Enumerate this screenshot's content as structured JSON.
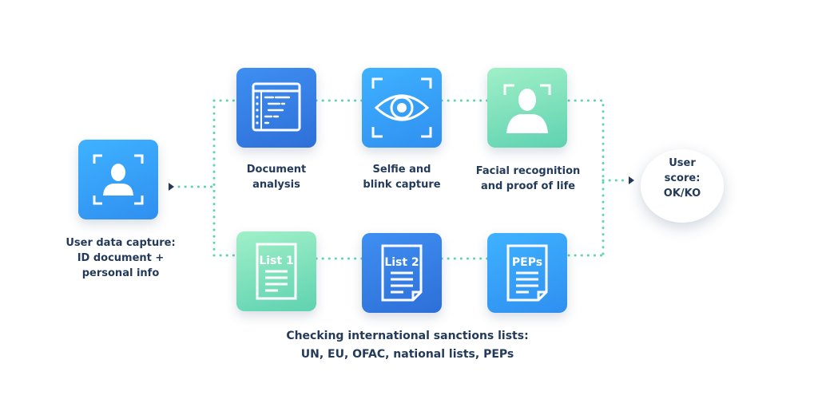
{
  "user_capture": {
    "lines": [
      "User data capture:",
      "ID document +",
      "personal info"
    ]
  },
  "steps": [
    {
      "label_lines": [
        "Document",
        "analysis"
      ],
      "icon": "code-window-icon"
    },
    {
      "label_lines": [
        "Selfie and",
        "blink capture"
      ],
      "icon": "eye-icon"
    },
    {
      "label_lines": [
        "Facial recognition",
        "and proof of life"
      ],
      "icon": "face-scan-icon"
    }
  ],
  "lists": [
    {
      "label": "List 1",
      "icon": "document-list-icon"
    },
    {
      "label": "List 2",
      "icon": "document-list-icon"
    },
    {
      "label": "PEPs",
      "icon": "document-list-icon"
    }
  ],
  "sanctions": {
    "lines": [
      "Checking international sanctions lists:",
      "UN, EU, OFAC, national lists, PEPs"
    ]
  },
  "result": {
    "lines": [
      "User",
      "score:",
      "OK/KO"
    ]
  },
  "colors": {
    "connector": "#5fd4b0",
    "arrow": "#233a5a",
    "text": "#233a5a"
  }
}
